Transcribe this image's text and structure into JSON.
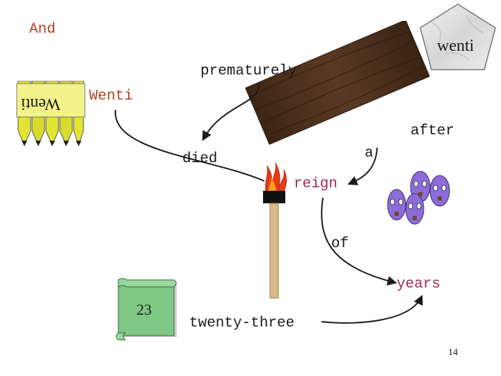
{
  "colors": {
    "and": "#b5421f",
    "wenti_label": "#b5421f",
    "reign": "#9e2a5a",
    "years": "#9e2a5a",
    "plain": "#1a1a1a",
    "arrow": "#1a1a1a",
    "wood": "#4a2e1d",
    "crayon": "#e2e432",
    "faces": "#8c6cd9",
    "scroll": "#7fc883"
  },
  "words": {
    "and": "And",
    "wenti_stone": "wenti",
    "prematurely": "prematurely",
    "wenti_crayon": "Wenti",
    "wenti_label": "Wenti",
    "after": "after",
    "a": "a",
    "died": "died",
    "reign": "reign",
    "of": "of",
    "years": "years",
    "scroll_number": "23",
    "twenty_three": "twenty-three",
    "page_number": "14"
  },
  "icons": {
    "stone": "pentagon-stone-icon",
    "plank": "wood-plank-icon",
    "crayons": "crayon-box-icon",
    "torch": "torch-icon",
    "faces": "faces-crowd-icon",
    "scroll": "scroll-icon"
  }
}
